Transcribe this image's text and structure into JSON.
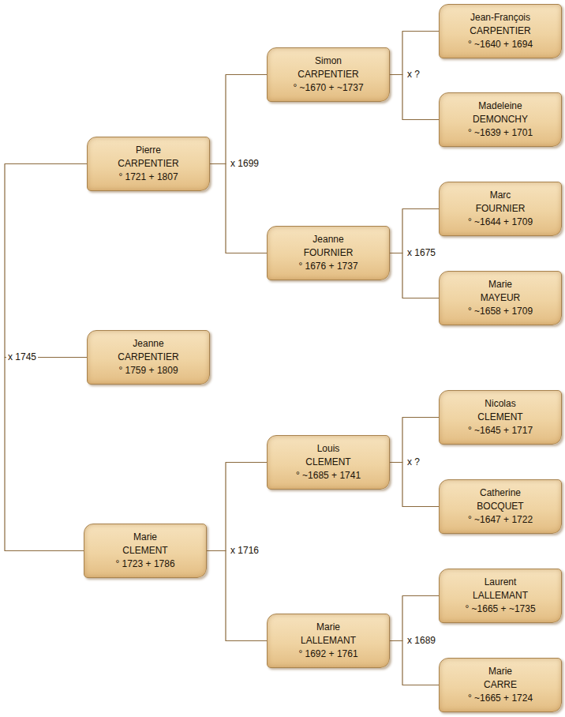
{
  "diagram": {
    "nodes": [
      {
        "text": [
          "Pierre",
          "CARPENTIER",
          "° 1721 + 1807"
        ]
      },
      {
        "text": [
          "Jeanne",
          "CARPENTIER",
          "° 1759 + 1809"
        ]
      },
      {
        "text": [
          "Marie",
          "CLEMENT",
          "° 1723 + 1786"
        ]
      },
      {
        "text": [
          "Simon",
          "CARPENTIER",
          "° ~1670 + ~1737"
        ]
      },
      {
        "text": [
          "Jeanne",
          "FOURNIER",
          "° 1676 + 1737"
        ]
      },
      {
        "text": [
          "Louis",
          "CLEMENT",
          "° ~1685 + 1741"
        ]
      },
      {
        "text": [
          "Marie",
          "LALLEMANT",
          "° 1692 + 1761"
        ]
      },
      {
        "text": [
          "Jean-François",
          "CARPENTIER",
          "° ~1640 + 1694"
        ]
      },
      {
        "text": [
          "Madeleine",
          "DEMONCHY",
          "° ~1639 + 1701"
        ]
      },
      {
        "text": [
          "Marc",
          "FOURNIER",
          "° ~1644 + 1709"
        ]
      },
      {
        "text": [
          "Marie",
          "MAYEUR",
          "° ~1658 + 1709"
        ]
      },
      {
        "text": [
          "Nicolas",
          "CLEMENT",
          "° ~1645 + 1717"
        ]
      },
      {
        "text": [
          "Catherine",
          "BOCQUET",
          "° ~1647 + 1722"
        ]
      },
      {
        "text": [
          "Laurent",
          "LALLEMANT",
          "° ~1665 + ~1735"
        ]
      },
      {
        "text": [
          "Marie",
          "CARRE",
          "° ~1665 + 1724"
        ]
      }
    ],
    "edges": [
      {
        "from": 0,
        "to": 1,
        "arrow": "none",
        "label": "x 1745"
      },
      {
        "from": 2,
        "to": 1,
        "arrow": "none"
      },
      {
        "from": 3,
        "to": 0,
        "arrow": "none",
        "label": "x 1699"
      },
      {
        "from": 4,
        "to": 0,
        "arrow": "none"
      },
      {
        "from": 5,
        "to": 2,
        "arrow": "none",
        "label": "x 1716"
      },
      {
        "from": 6,
        "to": 2,
        "arrow": "none"
      },
      {
        "from": 7,
        "to": 3,
        "arrow": "none",
        "label": "x ?"
      },
      {
        "from": 8,
        "to": 3,
        "arrow": "none"
      },
      {
        "from": 9,
        "to": 4,
        "arrow": "none",
        "label": "x 1675"
      },
      {
        "from": 10,
        "to": 4,
        "arrow": "none"
      },
      {
        "from": 11,
        "to": 5,
        "arrow": "none",
        "label": "x ?"
      },
      {
        "from": 12,
        "to": 5,
        "arrow": "none"
      },
      {
        "from": 13,
        "to": 6,
        "arrow": "none",
        "label": "x 1689"
      },
      {
        "from": 14,
        "to": 6,
        "arrow": "none"
      }
    ]
  }
}
